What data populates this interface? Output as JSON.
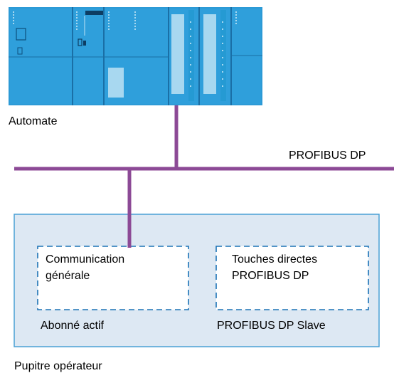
{
  "plc": {
    "label": "Automate"
  },
  "bus": {
    "label": "PROFIBUS DP"
  },
  "operator_panel": {
    "label": "Pupitre opérateur",
    "left_box": {
      "lines": [
        "Communication",
        "générale"
      ],
      "caption": "Abonné actif"
    },
    "right_box": {
      "lines": [
        "Touches directes",
        "PROFIBUS DP"
      ],
      "caption": "PROFIBUS DP Slave"
    }
  },
  "colors": {
    "bus_line": "#8c4a96",
    "plc_body": "#2c9ad6",
    "plc_dark": "#1a6fa6",
    "plc_light": "#a8d8f0",
    "panel_fill": "#dde8f3",
    "panel_border": "#4aa0d5",
    "dashed_border": "#1c72b6"
  }
}
